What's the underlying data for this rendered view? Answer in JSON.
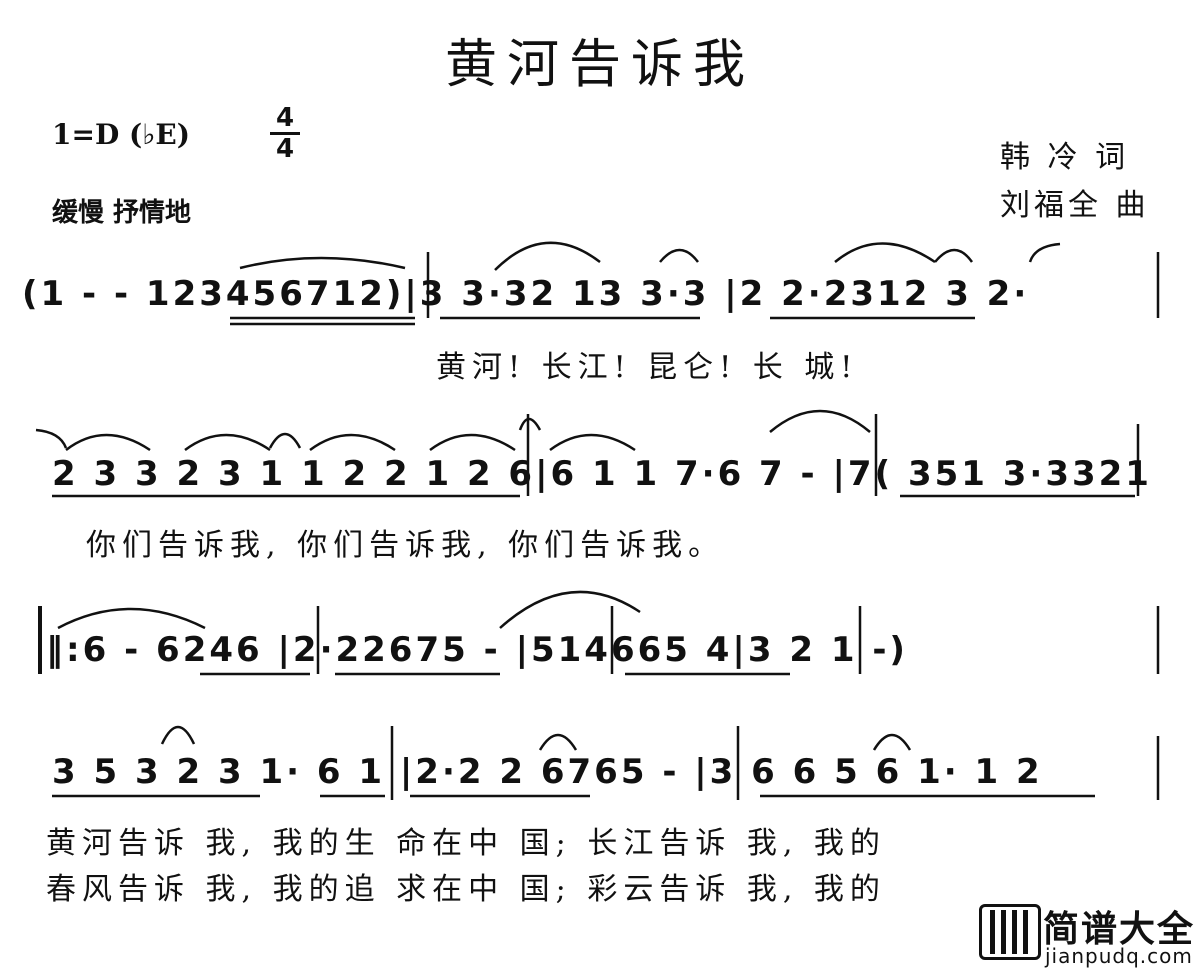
{
  "title": "黄河告诉我",
  "key": "1=D (♭E)",
  "time_signature": {
    "top": "4",
    "bottom": "4"
  },
  "tempo": "缓慢   抒情地",
  "credits": {
    "lyricist": "韩 冷 词",
    "composer": "刘福全 曲"
  },
  "systems": [
    {
      "notes": "(1 - - 123456712)|3 3·32 13 3·3 |2 2·2312 3 2·",
      "lyrics": [
        "黄河!  长江!  昆仑!  长  城!"
      ]
    },
    {
      "notes": "2 3 3 2 3 1 1 2 2 1 2 6|6 1 1 7·6 7 - |7( 351 3·3321",
      "lyrics": [
        "你们告诉我, 你们告诉我, 你们告诉我。"
      ]
    },
    {
      "notes": "‖:6 - 6246 |2·22675 - |514665 4|3 2 1 -)",
      "lyrics": []
    },
    {
      "notes": "3 5 3 2 3 1· 6 1 |2·2 2 6765 - |3 6 6 5 6 1· 1 2",
      "lyrics": [
        "黄河告诉 我, 我的生 命在中 国;  长江告诉 我, 我的",
        "春风告诉 我, 我的追 求在中 国;  彩云告诉 我, 我的"
      ]
    }
  ],
  "watermark": {
    "brand": "简谱大全",
    "url": "jianpudq.com"
  }
}
